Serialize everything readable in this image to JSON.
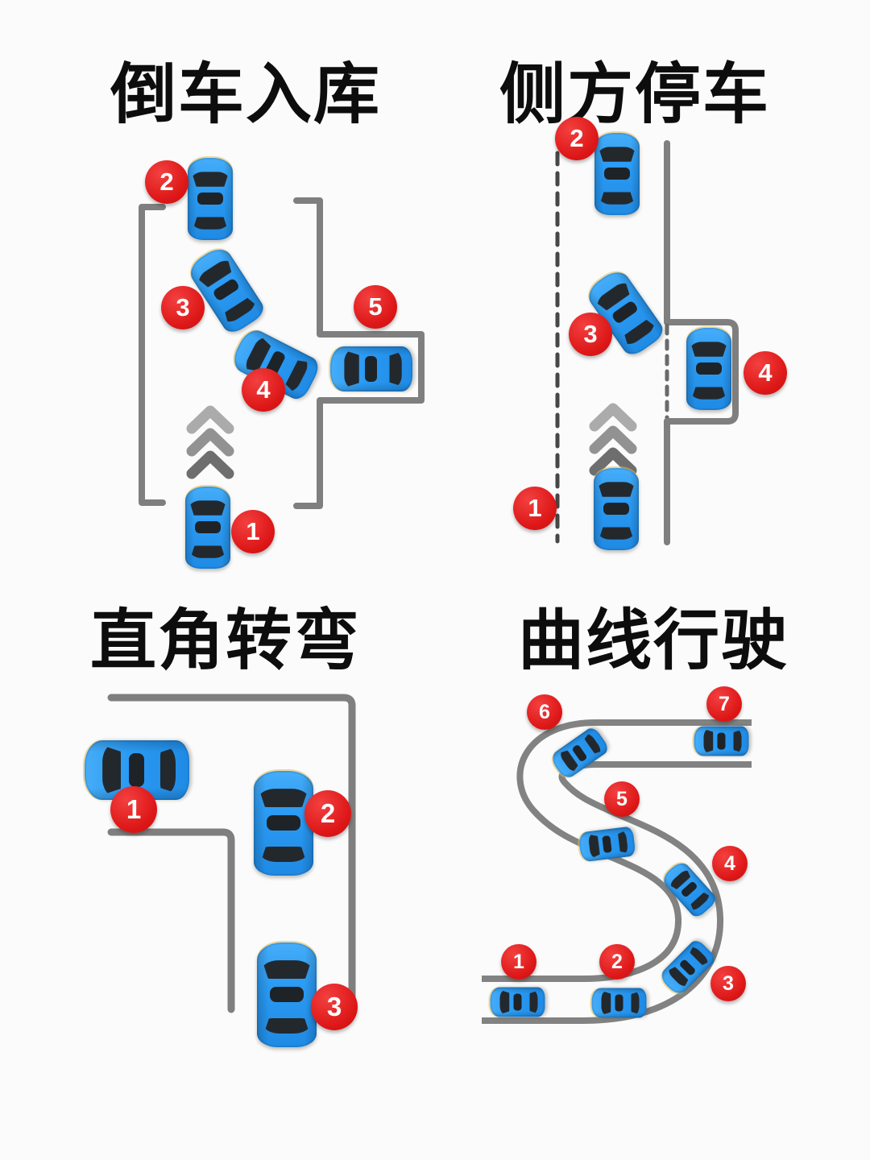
{
  "page": {
    "background": "#fbfbfb"
  },
  "colors": {
    "car_body_blue": "#2b9bf4",
    "step_marker_red": "#dd1717",
    "track_line_gray": "#7f7f7f",
    "dashed_line_dark": "#474747",
    "bay_mouth_dash_gray": "#6a6a6a",
    "chevron_top": "#ababab",
    "chevron_middle": "#929292",
    "chevron_bottom": "#6e6e6e"
  },
  "icons": {
    "car": "car-top-view-icon",
    "direction_arrows": "chevron-up-arrows-icon",
    "step_marker": "numbered-step-circle"
  },
  "quadrants": [
    {
      "title": "倒车入库",
      "markers": [
        {
          "label": "1"
        },
        {
          "label": "2"
        },
        {
          "label": "3"
        },
        {
          "label": "4"
        },
        {
          "label": "5"
        }
      ]
    },
    {
      "title": "侧方停车",
      "markers": [
        {
          "label": "1"
        },
        {
          "label": "2"
        },
        {
          "label": "3"
        },
        {
          "label": "4"
        }
      ]
    },
    {
      "title": "直角转弯",
      "markers": [
        {
          "label": "1"
        },
        {
          "label": "2"
        },
        {
          "label": "3"
        }
      ]
    },
    {
      "title": "曲线行驶",
      "markers": [
        {
          "label": "1"
        },
        {
          "label": "2"
        },
        {
          "label": "3"
        },
        {
          "label": "4"
        },
        {
          "label": "5"
        },
        {
          "label": "6"
        },
        {
          "label": "7"
        }
      ]
    }
  ]
}
